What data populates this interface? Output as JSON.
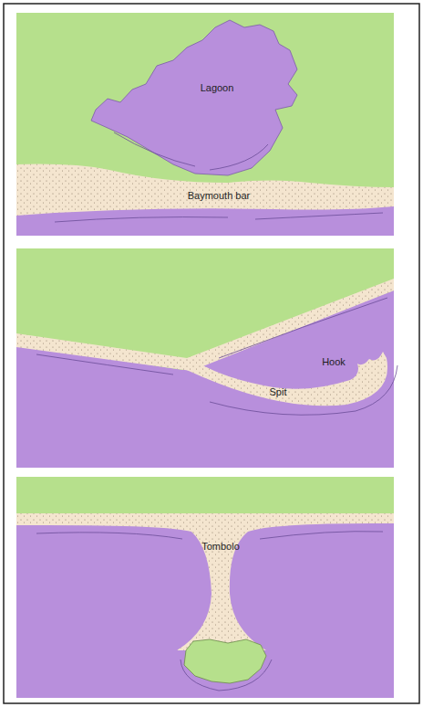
{
  "diagram": {
    "labels": [
      "Lagoon",
      "Baymouth bar",
      "Hook",
      "Spit",
      "Tombolo"
    ]
  }
}
